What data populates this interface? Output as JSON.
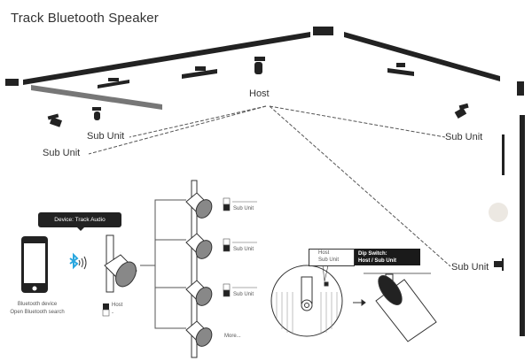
{
  "title": "Track Bluetooth Speaker",
  "labels": {
    "host": "Host",
    "sub_unit_1": "Sub Unit",
    "sub_unit_2": "Sub Unit",
    "sub_unit_3": "Sub Unit",
    "sub_unit_4": "Sub Unit"
  },
  "bluetooth_panel": {
    "device_tip": "Device: Track Audio",
    "phone_caption_line1": "Bluetooth device",
    "phone_caption_line2": "Open Bluetooth search",
    "host_switch_label": "Host",
    "host_switch_sub": "-",
    "bluetooth_color": "#2aa7df"
  },
  "sub_units": [
    {
      "label": "Sub Unit"
    },
    {
      "label": "Sub Unit"
    },
    {
      "label": "Sub Unit"
    },
    {
      "label": "More..."
    }
  ],
  "dip_switch": {
    "option_host": "Host",
    "option_sub": "Sub Unit",
    "title_line1": "Dip Switch:",
    "title_line2": "Host / Sub Unit"
  }
}
